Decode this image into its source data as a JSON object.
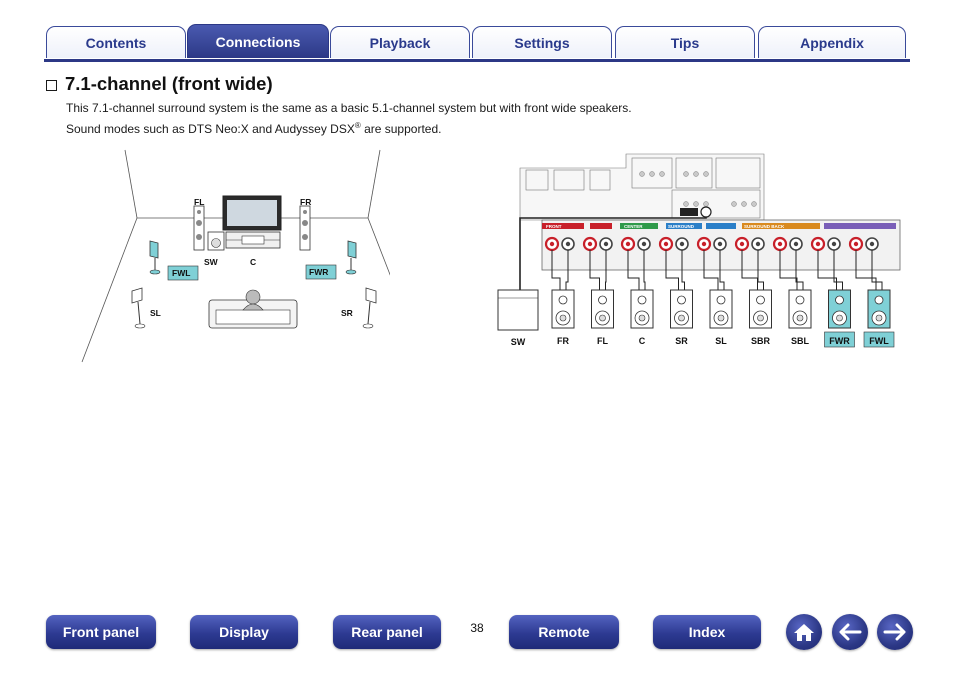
{
  "tabs": [
    {
      "label": "Contents",
      "active": false
    },
    {
      "label": "Connections",
      "active": true
    },
    {
      "label": "Playback",
      "active": false
    },
    {
      "label": "Settings",
      "active": false
    },
    {
      "label": "Tips",
      "active": false
    },
    {
      "label": "Appendix",
      "active": false
    }
  ],
  "section": {
    "title": "7.1-channel (front wide)",
    "line1": "This 7.1-channel surround system is the same as a basic 5.1-channel system but with front wide speakers.",
    "line2_before": "Sound modes such as DTS Neo:X and Audyssey DSX",
    "line2_sup": "®",
    "line2_after": " are supported."
  },
  "room_labels": {
    "fl": "FL",
    "fr": "FR",
    "sw": "SW",
    "c": "C",
    "fwl": "FWL",
    "fwr": "FWR",
    "sl": "SL",
    "sr": "SR"
  },
  "speaker_labels": [
    "SW",
    "FR",
    "FL",
    "C",
    "SR",
    "SL",
    "SBR",
    "SBL",
    "FWR",
    "FWL"
  ],
  "receiver_labels": {
    "front": "FRONT",
    "center": "CENTER",
    "surround": "SURROUND",
    "surround_back": "SURROUND BACK"
  },
  "colors": {
    "accent": "#2c3886",
    "highlight": "#7fd0d6",
    "terminal_red": "#c8202a",
    "center_green": "#2f9a4a",
    "surround_blue": "#2a7fc8",
    "surround_back_orange": "#d98a1f"
  },
  "nav": {
    "front_panel": "Front panel",
    "display": "Display",
    "rear_panel": "Rear panel",
    "page": "38",
    "remote": "Remote",
    "index": "Index"
  },
  "icons": [
    "home-icon",
    "arrow-left-icon",
    "arrow-right-icon",
    "checkbox-icon"
  ]
}
